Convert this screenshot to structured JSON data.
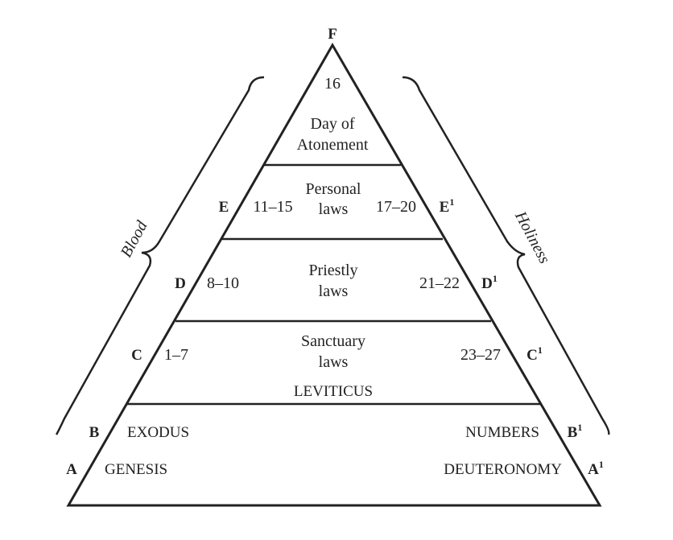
{
  "apex": {
    "label": "F"
  },
  "top_section": {
    "chapter": "16",
    "title_line1": "Day of",
    "title_line2": "Atonement"
  },
  "tiers": [
    {
      "left_label": "E",
      "left_chapters": "11–15",
      "title_line1": "Personal",
      "title_line2": "laws",
      "right_chapters": "17–20",
      "right_label": "E",
      "right_sup": "1"
    },
    {
      "left_label": "D",
      "left_chapters": "8–10",
      "title_line1": "Priestly",
      "title_line2": "laws",
      "right_chapters": "21–22",
      "right_label": "D",
      "right_sup": "1"
    },
    {
      "left_label": "C",
      "left_chapters": "1–7",
      "title_line1": "Sanctuary",
      "title_line2": "laws",
      "right_chapters": "23–27",
      "right_label": "C",
      "right_sup": "1"
    }
  ],
  "book": "LEVITICUS",
  "base": [
    {
      "left_label": "B",
      "left_book": "EXODUS",
      "right_book": "NUMBERS",
      "right_label": "B",
      "right_sup": "1"
    },
    {
      "left_label": "A",
      "left_book": "GENESIS",
      "right_book": "DEUTERONOMY",
      "right_label": "A",
      "right_sup": "1"
    }
  ],
  "braces": {
    "left": "Blood",
    "right": "Holiness"
  },
  "colors": {
    "ink": "#222222",
    "background": "#ffffff"
  }
}
